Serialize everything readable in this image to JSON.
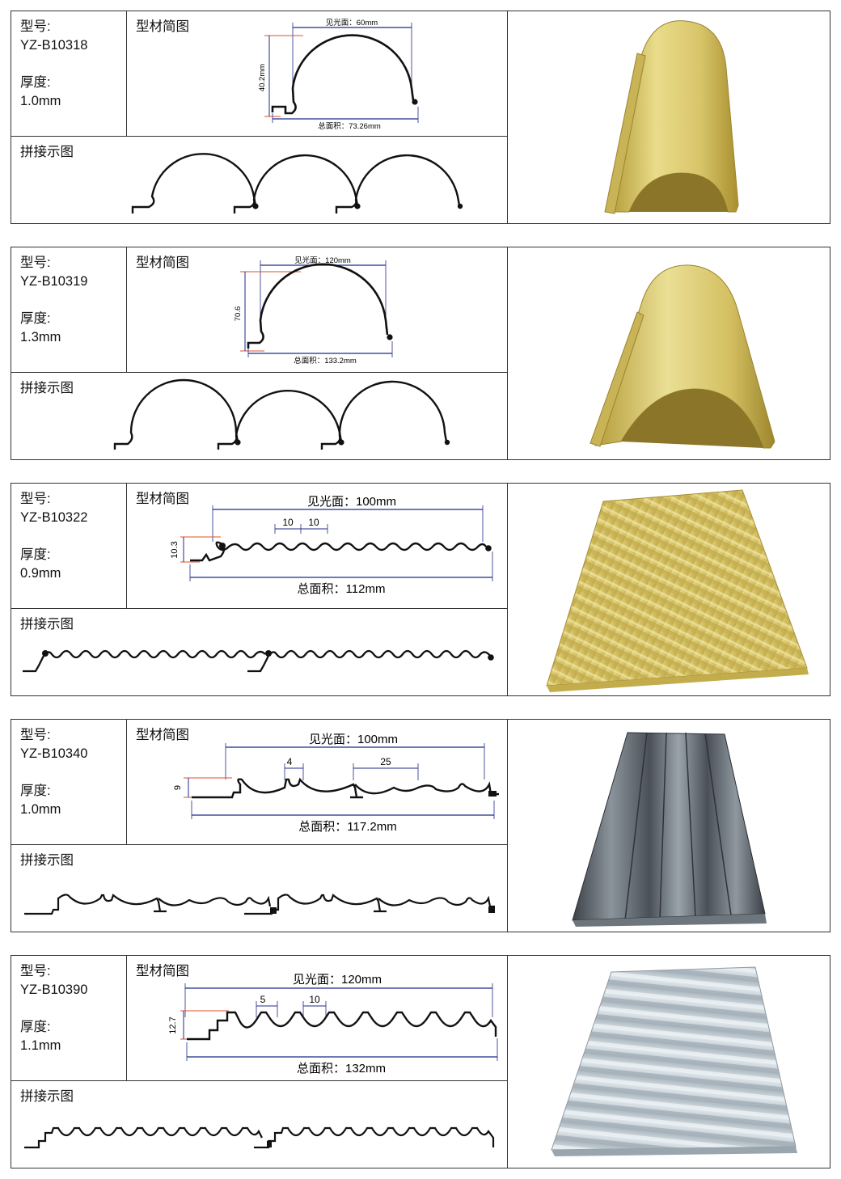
{
  "labels": {
    "model": "型号:",
    "thickness": "厚度:",
    "profile_diagram": "型材简图",
    "joint_diagram": "拼接示图"
  },
  "products": [
    {
      "model": "YZ-B10318",
      "thickness": "1.0mm",
      "visible_width": "见光面：60mm",
      "total_width": "总面积：73.26mm",
      "height": "40.2mm",
      "finish": "gold"
    },
    {
      "model": "YZ-B10319",
      "thickness": "1.3mm",
      "visible_width": "见光面：120mm",
      "total_width": "总面积：133.2mm",
      "height": "70.6",
      "finish": "gold"
    },
    {
      "model": "YZ-B10322",
      "thickness": "0.9mm",
      "visible_width": "见光面：100mm",
      "total_width": "总面积：112mm",
      "height": "10.3",
      "pitch_a": "10",
      "pitch_b": "10",
      "finish": "gold"
    },
    {
      "model": "YZ-B10340",
      "thickness": "1.0mm",
      "visible_width": "见光面：100mm",
      "total_width": "总面积：117.2mm",
      "height": "9",
      "pitch_a": "4",
      "pitch_b": "25",
      "finish": "dark-grey"
    },
    {
      "model": "YZ-B10390",
      "thickness": "1.1mm",
      "visible_width": "见光面：120mm",
      "total_width": "总面积：132mm",
      "height": "12.7",
      "pitch_a": "5",
      "pitch_b": "10",
      "finish": "light-grey"
    }
  ],
  "colors": {
    "dimension_line": "#1f2a8a",
    "height_line": "#e0522a",
    "gold_light": "#e9dc8a",
    "gold_dark": "#b59d3a",
    "steel_dark": "#4a5058",
    "steel_light": "#c9d3da"
  }
}
